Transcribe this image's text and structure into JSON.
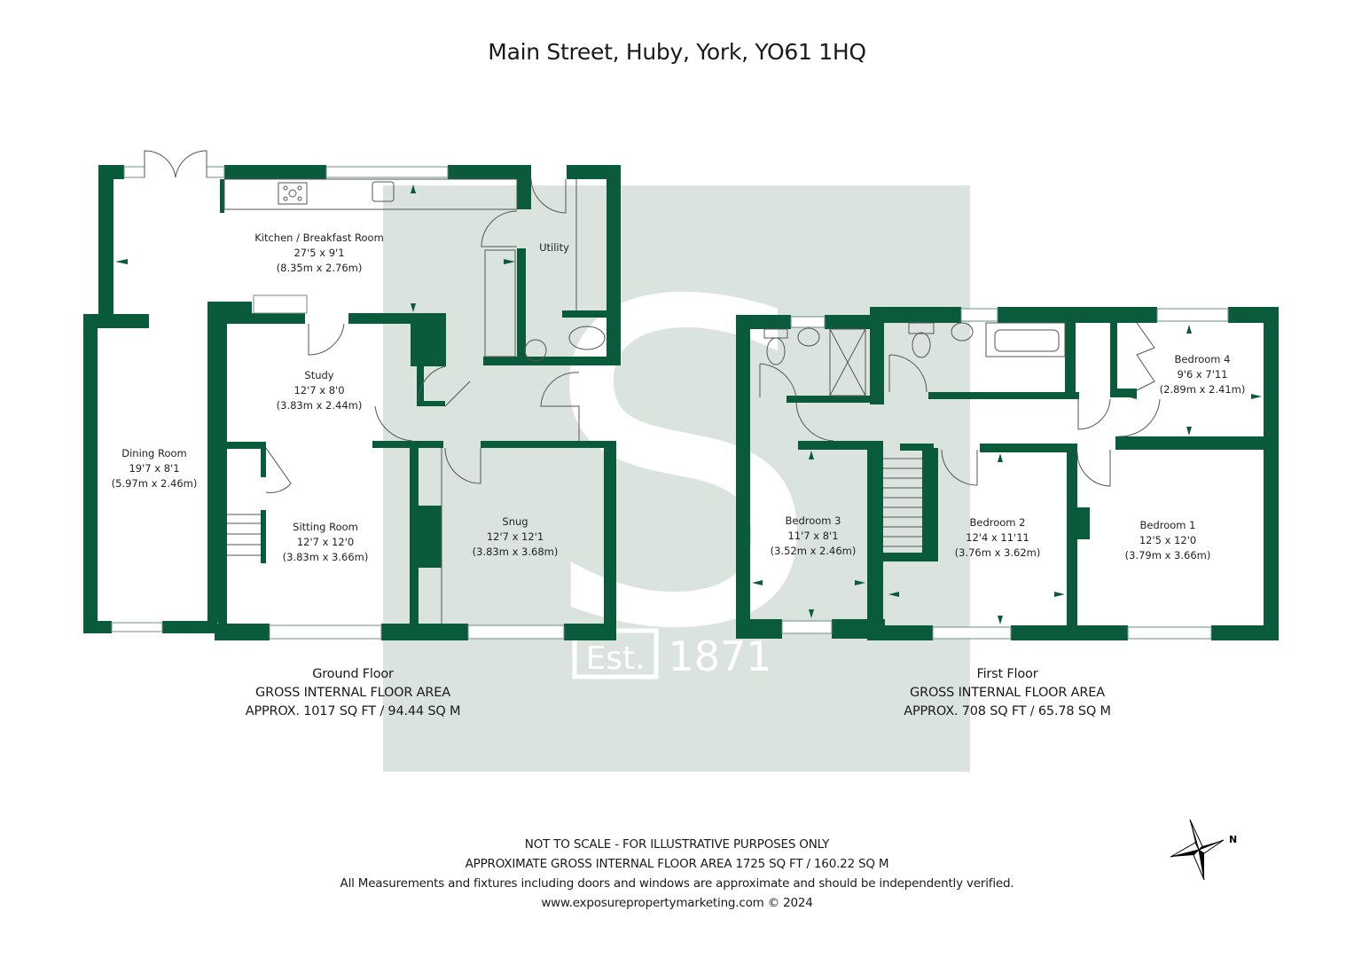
{
  "header": {
    "title": "Main Street, Huby, York, YO61 1HQ"
  },
  "colors": {
    "wall": "#0a5a3c",
    "watermark_bg": "#dbe3df",
    "watermark_fg": "#ffffff",
    "text": "#1a1a1a"
  },
  "watermark": {
    "logo_letter": "S",
    "est_label": "Est.",
    "year": "1871"
  },
  "ground_floor": {
    "rooms": [
      {
        "name": "Kitchen / Breakfast Room",
        "imperial": "27'5 x 9'1",
        "metric": "(8.35m x 2.76m)"
      },
      {
        "name": "Utility",
        "imperial": "",
        "metric": ""
      },
      {
        "name": "Study",
        "imperial": "12'7 x 8'0",
        "metric": "(3.83m x 2.44m)"
      },
      {
        "name": "Dining Room",
        "imperial": "19'7 x 8'1",
        "metric": "(5.97m x 2.46m)"
      },
      {
        "name": "Sitting Room",
        "imperial": "12'7 x 12'0",
        "metric": "(3.83m x 3.66m)"
      },
      {
        "name": "Snug",
        "imperial": "12'7 x 12'1",
        "metric": "(3.83m x 3.68m)"
      }
    ],
    "caption": {
      "name": "Ground Floor",
      "label": "GROSS INTERNAL FLOOR AREA",
      "area": "APPROX. 1017 SQ FT / 94.44 SQ M"
    }
  },
  "first_floor": {
    "rooms": [
      {
        "name": "Bedroom 4",
        "imperial": "9'6 x 7'11",
        "metric": "(2.89m x 2.41m)"
      },
      {
        "name": "Bedroom 3",
        "imperial": "11'7 x 8'1",
        "metric": "(3.52m x 2.46m)"
      },
      {
        "name": "Bedroom 2",
        "imperial": "12'4 x 11'11",
        "metric": "(3.76m x 3.62m)"
      },
      {
        "name": "Bedroom 1",
        "imperial": "12'5 x 12'0",
        "metric": "(3.79m x 3.66m)"
      }
    ],
    "caption": {
      "name": "First Floor",
      "label": "GROSS INTERNAL FLOOR AREA",
      "area": "APPROX. 708 SQ FT / 65.78 SQ M"
    }
  },
  "footer": {
    "line1": "NOT TO SCALE - FOR ILLUSTRATIVE PURPOSES ONLY",
    "line2": "APPROXIMATE GROSS INTERNAL FLOOR AREA 1725 SQ FT / 160.22 SQ M",
    "line3": "All Measurements and fixtures including doors and windows are approximate and should be independently verified.",
    "line4": "www.exposurepropertymarketing.com © 2024"
  },
  "compass": {
    "icon": "compass-rose-icon",
    "north_label": "N"
  }
}
